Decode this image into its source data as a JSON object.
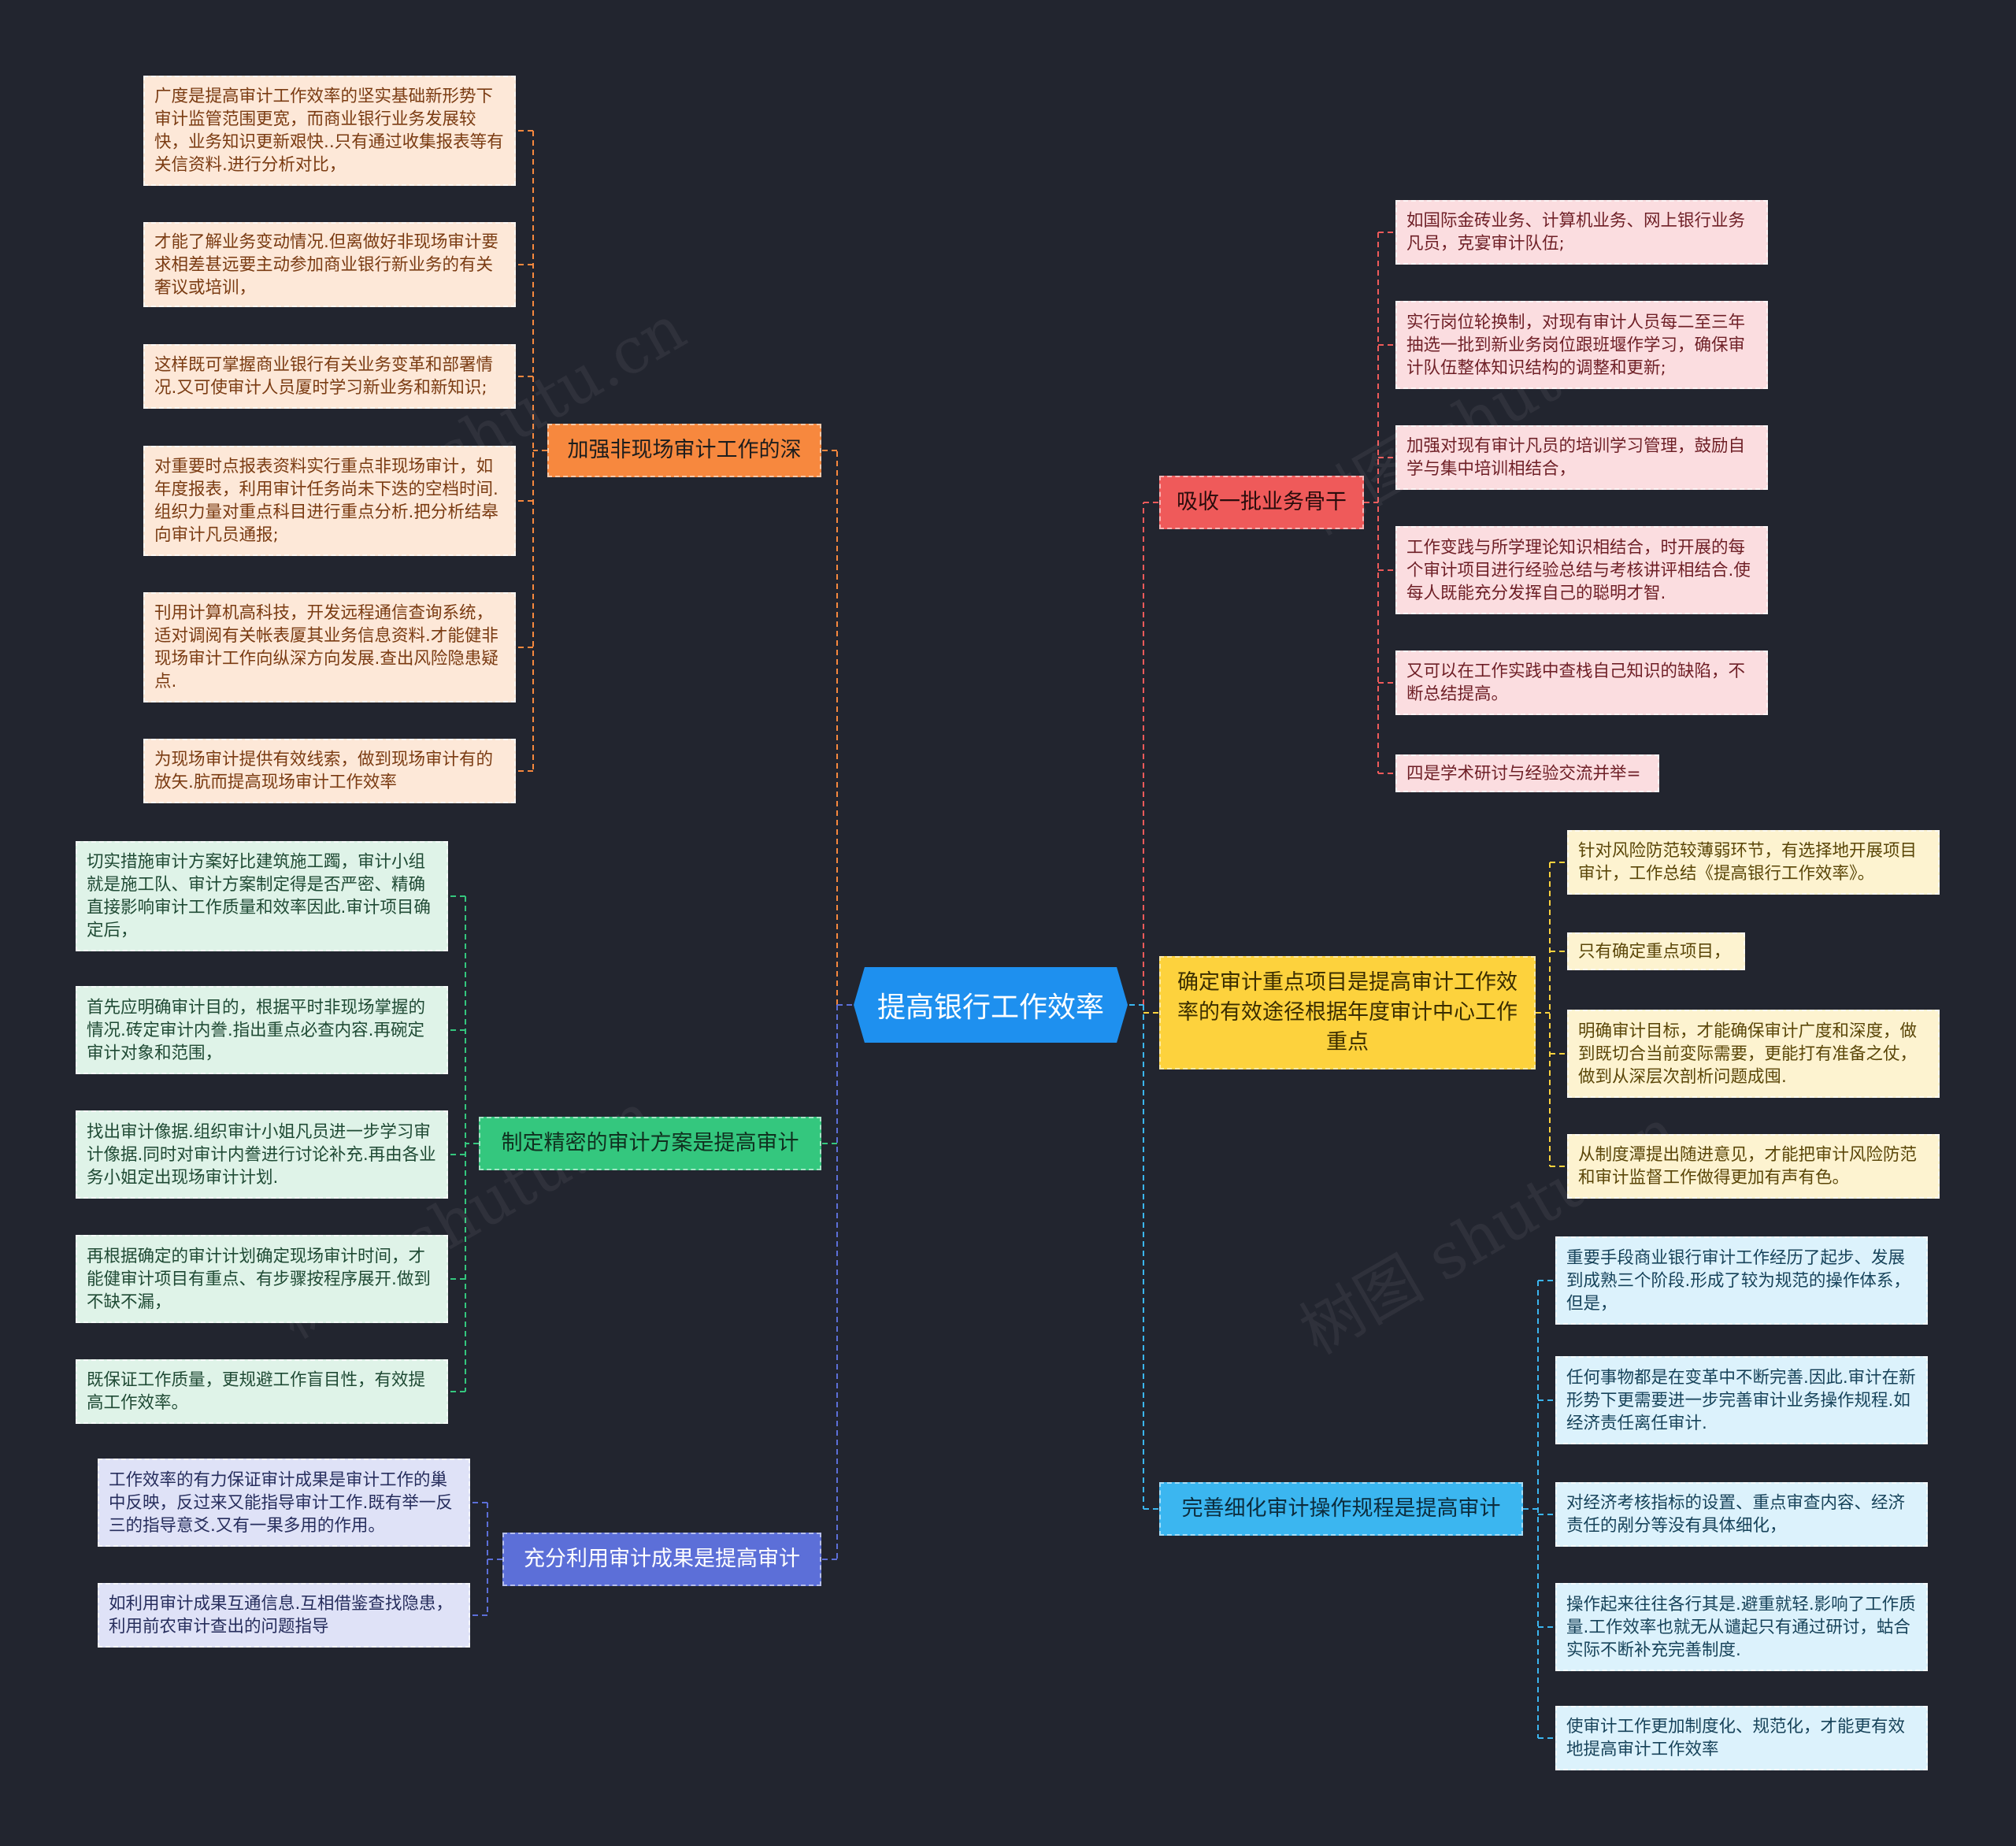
{
  "colors": {
    "background": "#22252f",
    "root": "#1e90ef",
    "orange": "#f7883e",
    "green": "#34c77e",
    "indigo": "#5c6fd8",
    "red": "#ef5a5a",
    "yellow": "#fdd23d",
    "cyan": "#3bb6f0"
  },
  "root": {
    "label": "提高银行工作效率"
  },
  "branches": [
    {
      "id": "b1",
      "label": "加强非现场审计工作的深",
      "color": "orange",
      "leaves": [
        "广度是提高审计工作效率的坚实基础新形势下审计监管范围更宽，而商业银行业务发展较快，业务知识更新艰快..只有通过收集报表等有关信资料.进行分析对比，",
        "才能了解业务变动情况.但离做好非现场审计要求相差甚远要主动参加商业银行新业务的有关奢议或培训，",
        "这样既可掌握商业银行有关业务变革和部署情况.又可使审计人员厦时学习新业务和新知识;",
        "对重要时点报表资料实行重点非现场审计，如年度报表，利用审计任务尚未下迭的空档时间.组织力量对重点科目进行重点分析.把分析结皋向审计凡员通报;",
        "刊用计算机高科技，开发远程通信查询系统，适对调阅有关帐表厦其业务信息资料.才能健非现场审计工作向纵深方向发展.查出风险隐患疑点.",
        "为现场审计提供有效线索，做到现场审计有的放矢.肮而提高现场审计工作效率"
      ]
    },
    {
      "id": "b2",
      "label": "制定精密的审计方案是提高审计",
      "color": "green",
      "leaves": [
        "切实措施审计方案好比建筑施工躅，审计小组就是施工队、审计方案制定得是否严密、精确直接影响审计工作质量和效率因此.审计项目确定后，",
        "首先应明确审计目的，根据平时非现场掌握的情况.砖定审计内誊.指出重点必查内容.再碗定审计对象和范围，",
        "找出审计像据.组织审计小姐凡员进一步学习审计像据.同时对审计内誊进行讨论补充.再由各业务小姐定出现场审计计划.",
        "再根据确定的审计计划确定现场审计时间，才能健审计项目有重点、有步骤按程序展开.做到不缺不漏，",
        "既保证工作质量，更规避工作盲目性，有效提高工作效率。"
      ]
    },
    {
      "id": "b3",
      "label": "充分利用审计成果是提高审计",
      "color": "indigo",
      "leaves": [
        "工作效率的有力保证审计成果是审计工作的巢中反映，反过来又能指导审计工作.既有举一反三的指导意爻.又有一果多用的作用。",
        "如利用审计成果互通信息.互相借鉴查找隐患，利用前农审计查出的问题指导"
      ]
    },
    {
      "id": "b4",
      "label": "吸收一批业务骨干",
      "color": "red",
      "leaves": [
        "如国际金砖业务、计算机业务、网上银行业务凡员，克宴审计队伍;",
        "实行岗位轮换制，对现有审计人员每二至三年抽选一批到新业务岗位跟班堰作学习，确保审计队伍整体知识结构的调整和更新;",
        "加强对现有审计凡员的培训学习管理，鼓励自学与集中培训相结合，",
        "工作变践与所学理论知识相结合，时开展的每个审计项目进行经验总结与考核讲评相结合.使每人既能充分发挥自己的聪明才智.",
        "又可以在工作实践中查栈自己知识的缺陷，不断总结提高。",
        "四是学术研讨与经验交流并举="
      ]
    },
    {
      "id": "b5",
      "label": "确定审计重点项目是提高审计工作效率的有效途径根据年度审计中心工作重点",
      "color": "yellow",
      "leaves": [
        "针对风险防范较薄弱环节，有选择地开展项目审计，工作总结《提高银行工作效率》。",
        "只有确定重点项目，",
        "明确审计目标，才能确保审计广度和深度，做到既切合当前変际需要，更能打有准备之仗，做到从深层次剖析问题成囤.",
        "从制度潭提出随进意见，才能把审计风险防范和审计监督工作做得更加有声有色。"
      ]
    },
    {
      "id": "b6",
      "label": "完善细化审计操作规程是提高审计",
      "color": "cyan",
      "leaves": [
        "重要手段商业银行审计工作经历了起步、发展到成熟三个阶段.形成了较为规范的操作体系，但是，",
        "任何事物都是在变革中不断完善.因此.审计在新形势下更需要进一步完善审计业务操作规程.如经济责任离任审计.",
        "对经济考核指标的设置、重点审查内容、经济责任的剐分等没有具体细化，",
        "操作起来往往各行其是.避重就轻.影响了工作质量.工作效率也就无从谴起只有通过研讨，蛄合实际不断补充完善制度.",
        "使审计工作更加制度化、规范化，才能更有效地提高审计工作效率"
      ]
    }
  ]
}
